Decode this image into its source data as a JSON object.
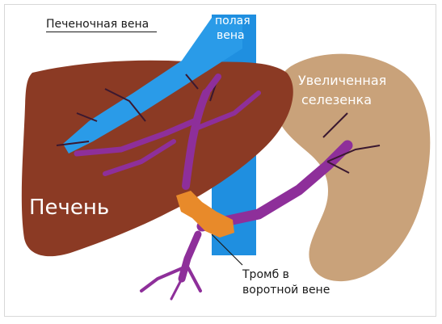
{
  "labels": {
    "hepatic_vein": "Печеночная вена",
    "vena_cava_line1": "полая",
    "vena_cava_line2": "вена",
    "spleen_line1": "Увеличенная",
    "spleen_line2": "селезенка",
    "liver": "Печень",
    "thrombus_line1": "Тромб в",
    "thrombus_line2": "воротной вене"
  },
  "colors": {
    "liver": "#8b3a24",
    "spleen": "#c9a27a",
    "vena_cava": "#1f8fe0",
    "hepatic_vein": "#2a9be8",
    "portal_vein": "#8e2f9a",
    "thrombus": "#e88a2a"
  }
}
